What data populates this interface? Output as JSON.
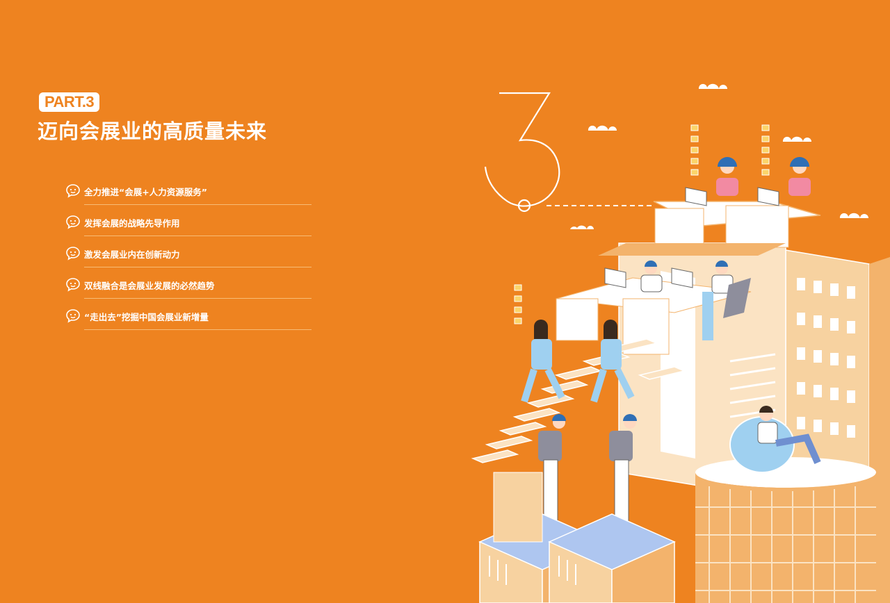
{
  "section": {
    "part_label": "PART.3",
    "title": "迈向会展业的高质量未来",
    "number_glyph": "3"
  },
  "toc": {
    "items": [
      {
        "label": "全力推进“会展+人力资源服务”"
      },
      {
        "label": "发挥会展的战略先导作用"
      },
      {
        "label": "激发会展业内在创新动力"
      },
      {
        "label": "双线融合是会展业发展的必然趋势"
      },
      {
        "label": "“走出去”挖掘中国会展业新增量"
      }
    ]
  },
  "colors": {
    "background": "#ee8320",
    "accent_white": "#ffffff",
    "building_light": "#f7d2a0",
    "building_mid": "#f3b36c",
    "figure_blue": "#8fc3ea"
  },
  "illustration": {
    "subject": "isometric-office-building-with-workers-illustration"
  }
}
